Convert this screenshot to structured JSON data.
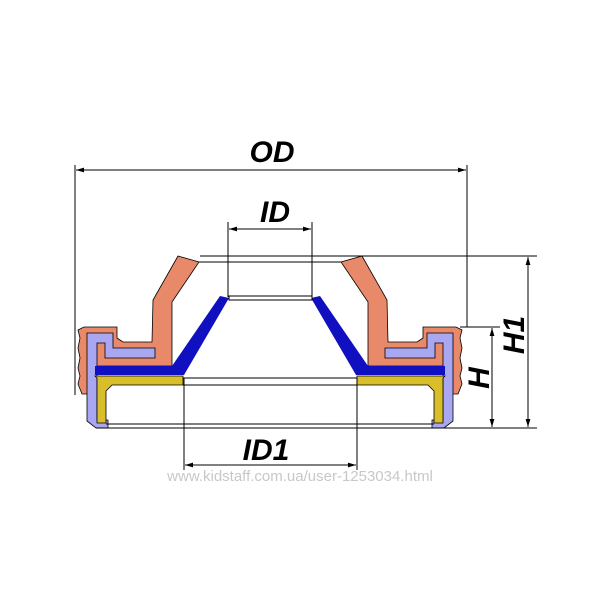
{
  "labels": {
    "od": "OD",
    "id": "ID",
    "id1": "ID1",
    "h": "H",
    "h1": "H1"
  },
  "watermark": "www.kidstaff.com.ua/user-1253034.html",
  "colors": {
    "rubber": "#e8896a",
    "lavender": "#a9a6f2",
    "steel_blue": "#1010c0",
    "yellow": "#d9be2c",
    "outline": "#000000"
  }
}
